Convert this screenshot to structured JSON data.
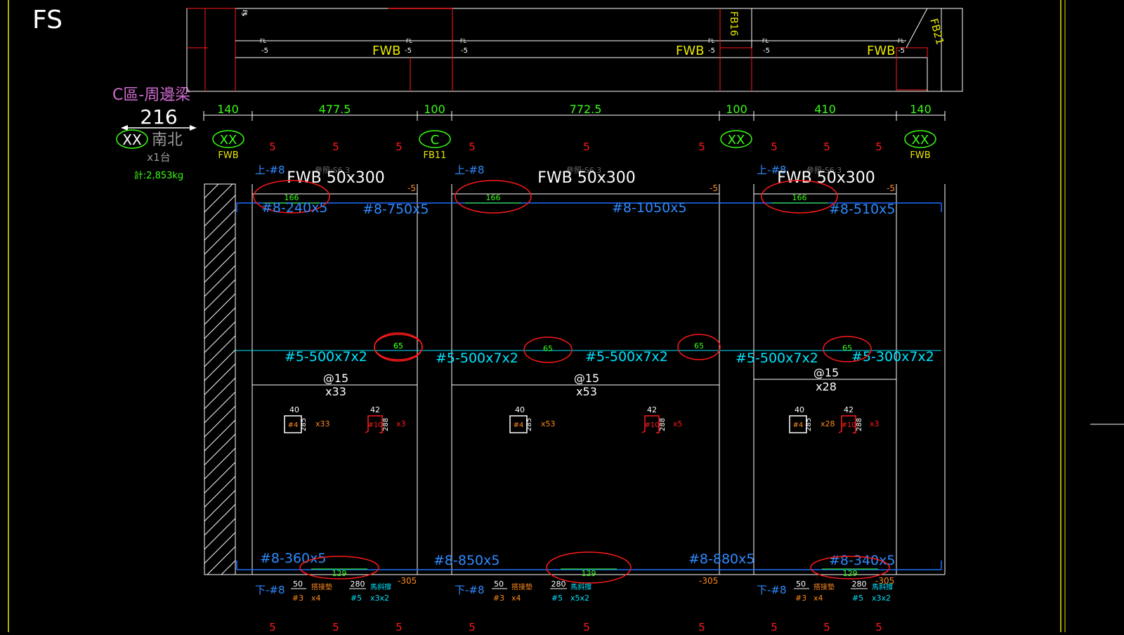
{
  "colors": {
    "green": "#39ff14",
    "yellow": "#e8e800",
    "white": "#ffffff",
    "blue": "#1e6fff",
    "cyan": "#00e5ff",
    "red": "#ff1a1a",
    "pink": "#d06cd0",
    "orange": "#ff8a1a",
    "gray": "#9a9a9a",
    "brightblue": "#2f8bff"
  },
  "title": {
    "fs_label": "FS",
    "zone_label": "C區-周邊梁",
    "beam_number": "216",
    "beam_circle_label": "XX",
    "direction_label": "南北",
    "multiplier_label": "x1台",
    "weight_label": "計:2,853kg"
  },
  "section": {
    "fl_label": "FL",
    "fl_value": "-5",
    "beam_labels": [
      "FWB",
      "FWB",
      "FWB"
    ],
    "side_tags": [
      "FB16",
      "FB21"
    ]
  },
  "dimensions": [
    "140",
    "477.5",
    "100",
    "772.5",
    "100",
    "410",
    "140"
  ],
  "columns": [
    {
      "circle": "XX",
      "tag": "FWB"
    },
    {
      "circle": "C",
      "tag": "FB11"
    },
    {
      "circle": "XX",
      "tag": ""
    },
    {
      "circle": "XX",
      "tag": "FWB"
    }
  ],
  "fives": "5",
  "spans": [
    {
      "top_bar": "上-#8",
      "beam_title": "FWB 50x300",
      "ref_note": "參照:S6.3",
      "level_note": "-5",
      "top_lap": "166",
      "top_rebars": [
        "#8-240x5",
        "#8-750x5"
      ],
      "mid_rebars": [
        "#5-500x7x2"
      ],
      "mid_lap": "65",
      "stirrup_spacing": "@15",
      "stirrup_count": "x33",
      "stirrup_a": {
        "w": "40",
        "h": "285",
        "bar": "#4",
        "count": "x33"
      },
      "stirrup_b": {
        "w": "42",
        "h": "288",
        "bar": "#10",
        "count": "x3"
      },
      "bot_rebars": [
        "#8-360x5"
      ],
      "bot_lap": "129",
      "bot_level": "-305",
      "bot_bar": "下-#8",
      "bot_a": {
        "len": "50",
        "name": "搭接墊",
        "bar": "#3",
        "count": "x4"
      },
      "bot_b": {
        "len": "280",
        "name": "馬斜撐",
        "bar": "#5",
        "count": "x3x2"
      }
    },
    {
      "top_bar": "上-#8",
      "beam_title": "FWB 50x300",
      "ref_note": "參照:S6.3",
      "level_note": "-5",
      "top_lap": "166",
      "top_rebars": [
        "#8-1050x5"
      ],
      "mid_rebars": [
        "#5-500x7x2",
        "#5-500x7x2"
      ],
      "mid_lap": "65",
      "stirrup_spacing": "@15",
      "stirrup_count": "x53",
      "stirrup_a": {
        "w": "40",
        "h": "285",
        "bar": "#4",
        "count": "x53"
      },
      "stirrup_b": {
        "w": "42",
        "h": "288",
        "bar": "#10",
        "count": "x5"
      },
      "bot_rebars": [
        "#8-850x5",
        "#8-880x5"
      ],
      "bot_lap": "129",
      "bot_level": "-305",
      "bot_bar": "下-#8",
      "bot_a": {
        "len": "50",
        "name": "搭接墊",
        "bar": "#3",
        "count": "x4"
      },
      "bot_b": {
        "len": "280",
        "name": "馬斜撐",
        "bar": "#5",
        "count": "x5x2"
      }
    },
    {
      "top_bar": "上-#8",
      "beam_title": "FWB 50x300",
      "ref_note": "參照:S6.3",
      "level_note": "-5",
      "top_lap": "166",
      "top_rebars": [
        "#8-510x5"
      ],
      "mid_rebars": [
        "#5-500x7x2",
        "#5-300x7x2"
      ],
      "mid_lap": "65",
      "stirrup_spacing": "@15",
      "stirrup_count": "x28",
      "stirrup_a": {
        "w": "40",
        "h": "285",
        "bar": "#4",
        "count": "x28"
      },
      "stirrup_b": {
        "w": "42",
        "h": "288",
        "bar": "#10",
        "count": "x3"
      },
      "bot_rebars": [
        "#8-340x5"
      ],
      "bot_lap": "129",
      "bot_level": "-305",
      "bot_bar": "下-#8",
      "bot_a": {
        "len": "50",
        "name": "搭接墊",
        "bar": "#3",
        "count": "x4"
      },
      "bot_b": {
        "len": "280",
        "name": "馬斜撐",
        "bar": "#5",
        "count": "x3x2"
      }
    }
  ]
}
